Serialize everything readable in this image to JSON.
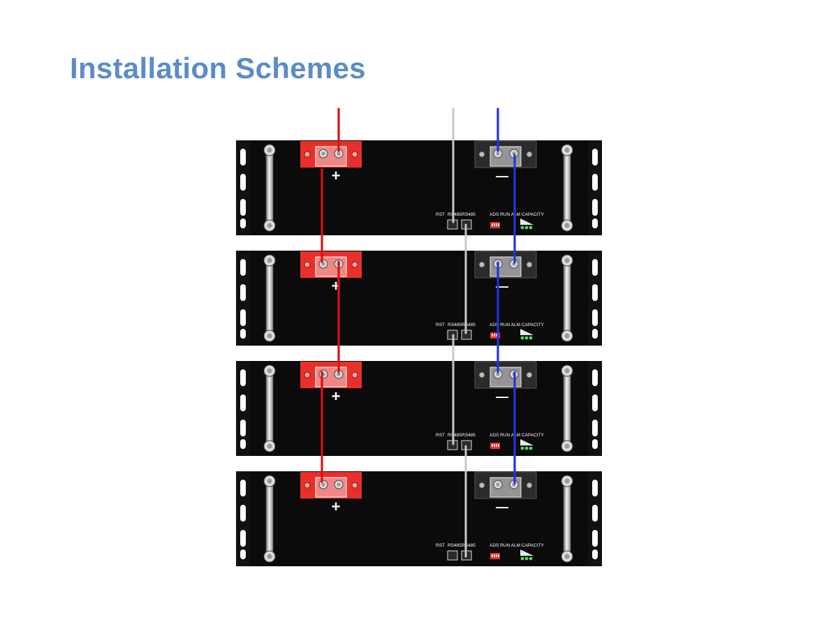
{
  "title": "Installation Schemes",
  "module_labels": {
    "positive_sign": "+",
    "negative_sign": "—",
    "rst": "RST",
    "rs485_a": "RS485",
    "rs485_b": "RS485",
    "indicators": "ADS RUN ALM CAPACITY"
  },
  "modules": [
    {
      "name": "battery-module-1"
    },
    {
      "name": "battery-module-2"
    },
    {
      "name": "battery-module-3"
    },
    {
      "name": "battery-module-4"
    }
  ],
  "colors": {
    "title": "#5b8cc6",
    "positive_cable": "#dd1111",
    "negative_cable": "#2233dd",
    "comm_cable": "#c8c8c8",
    "positive_terminal": "#e8302b",
    "chassis": "#0b0b0b"
  }
}
